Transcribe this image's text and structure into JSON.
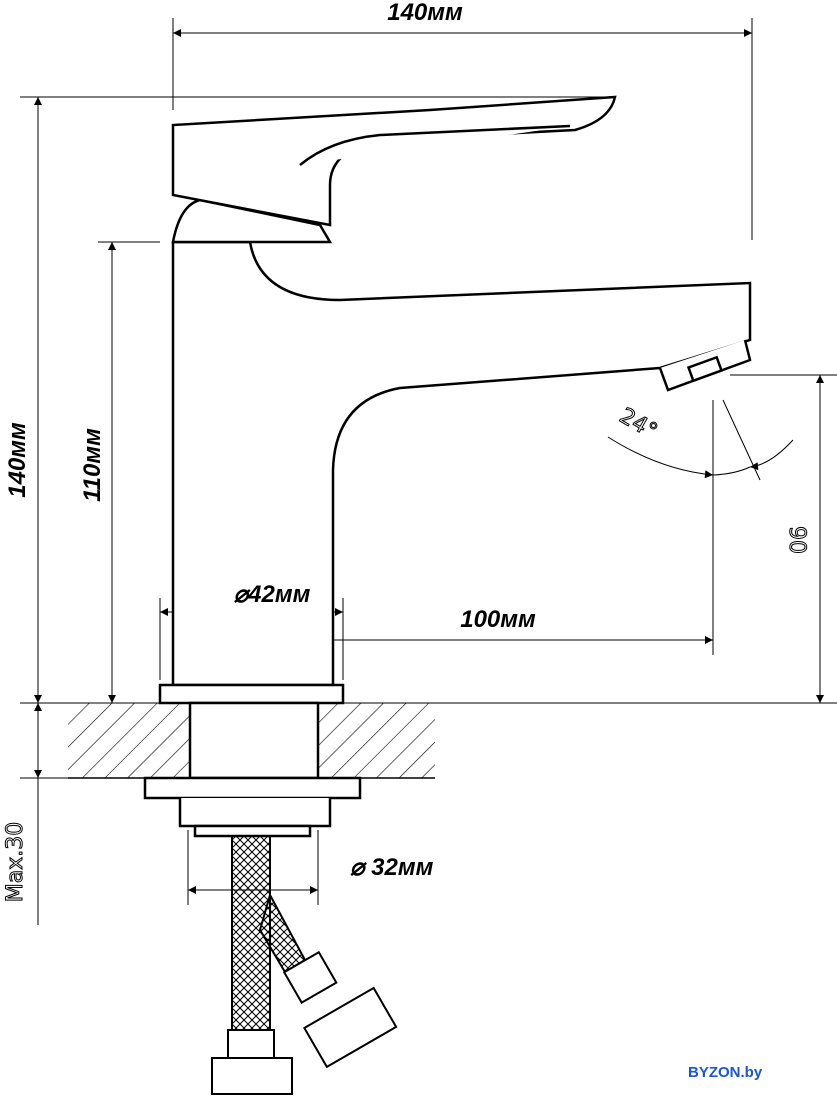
{
  "labels": {
    "overall_width": "140мм",
    "overall_height": "140мм",
    "spout_height": "110мм",
    "base_diameter": "⌀42мм",
    "spout_reach": "100мм",
    "spout_angle": "24°",
    "outlet_height": "90",
    "max_thickness": "Max.30",
    "hole_diameter": "⌀ 32мм"
  },
  "watermark": "BYZON.by",
  "colors": {
    "line": "#000000",
    "watermark": "#1a56d6"
  }
}
